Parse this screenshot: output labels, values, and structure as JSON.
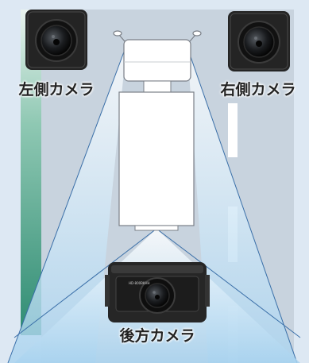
{
  "labels": {
    "left_camera": "左側カメラ",
    "right_camera": "右側カメラ",
    "rear_camera": "後方カメラ"
  },
  "camera_text": "HD-800BKHH",
  "colors": {
    "background": "#dde8f3",
    "road": "#c5d1dd",
    "fov": "#bfe0f3",
    "fov_edge": "#3a6fa8",
    "truck": "#ffffff",
    "truck_outline": "#7a7f87",
    "camera_body": "#2a2a2a",
    "green_strip": "#4fa58c",
    "label": "#222222"
  }
}
